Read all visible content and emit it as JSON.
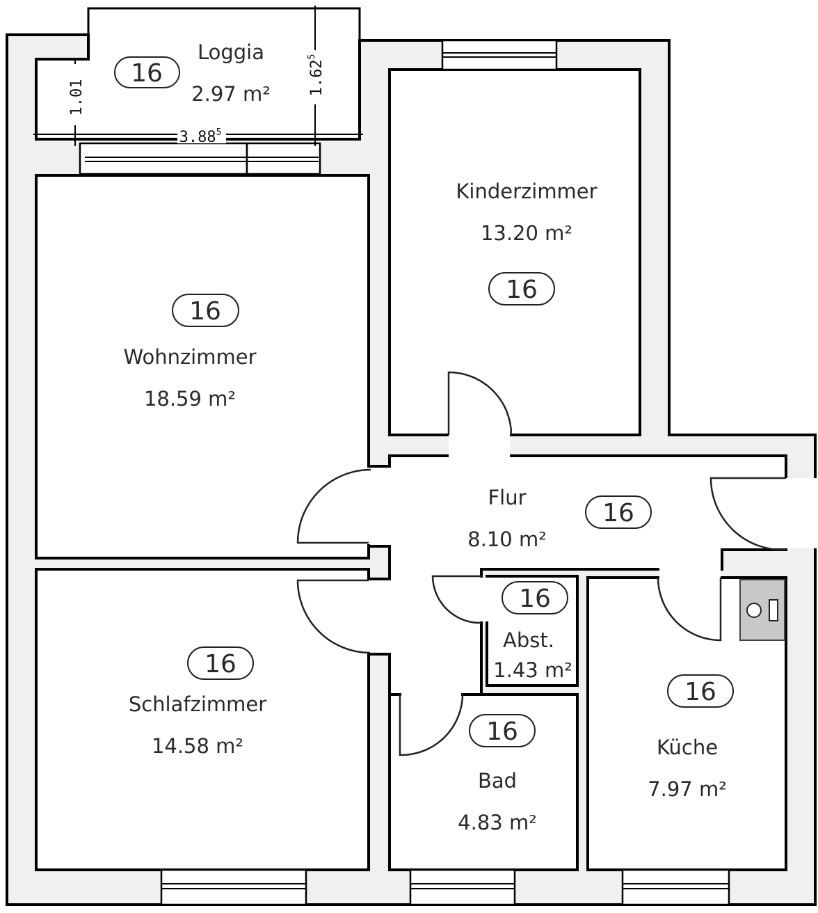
{
  "title": "Floor plan",
  "rooms": {
    "loggia": {
      "name": "Loggia",
      "area": "2.97 m²",
      "tag": "16"
    },
    "kinderzimmer": {
      "name": "Kinderzimmer",
      "area": "13.20 m²",
      "tag": "16"
    },
    "wohnzimmer": {
      "name": "Wohnzimmer",
      "area": "18.59 m²",
      "tag": "16"
    },
    "flur": {
      "name": "Flur",
      "area": "8.10 m²",
      "tag": "16"
    },
    "schlafzimmer": {
      "name": "Schlafzimmer",
      "area": "14.58 m²",
      "tag": "16"
    },
    "abst": {
      "name": "Abst.",
      "area": "1.43 m²",
      "tag": "16"
    },
    "bad": {
      "name": "Bad",
      "area": "4.83 m²",
      "tag": "16"
    },
    "kueche": {
      "name": "Küche",
      "area": "7.97 m²",
      "tag": "16"
    }
  },
  "dimensions": {
    "loggia_width": "3.88",
    "loggia_width_sup": "5",
    "loggia_depth": "1.62",
    "loggia_depth_sup": "5",
    "loggia_left": "1.01"
  },
  "colors": {
    "wall": "#f0f0f0",
    "stove": "#c8c8c8"
  }
}
